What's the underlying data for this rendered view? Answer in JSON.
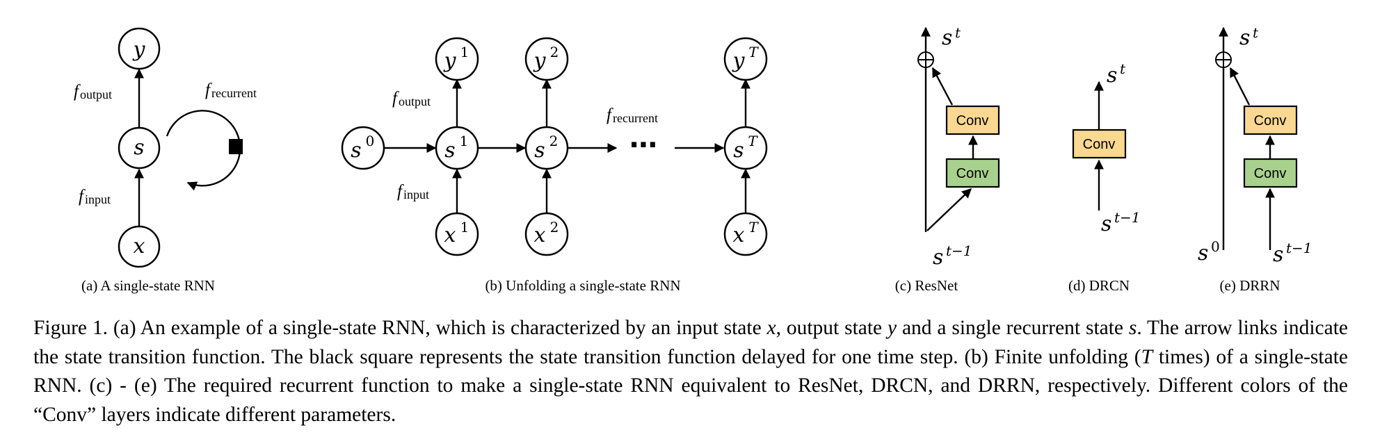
{
  "panel_a": {
    "nodes": {
      "y": "y",
      "s": "s",
      "x": "x"
    },
    "labels": {
      "f": "f",
      "output": "output",
      "input": "input",
      "recurrent": "recurrent"
    },
    "caption": "(a) A single-state RNN"
  },
  "panel_b": {
    "s0": {
      "base": "s",
      "sup": "0"
    },
    "s1": {
      "base": "s",
      "sup": "1"
    },
    "s2": {
      "base": "s",
      "sup": "2"
    },
    "sT": {
      "base": "s",
      "sup": "T"
    },
    "y1": {
      "base": "y",
      "sup": "1"
    },
    "y2": {
      "base": "y",
      "sup": "2"
    },
    "yT": {
      "base": "y",
      "sup": "T"
    },
    "x1": {
      "base": "x",
      "sup": "1"
    },
    "x2": {
      "base": "x",
      "sup": "2"
    },
    "xT": {
      "base": "x",
      "sup": "T"
    },
    "ellipsis": "⋯",
    "labels": {
      "f": "f",
      "output": "output",
      "input": "input",
      "recurrent": "recurrent"
    },
    "caption": "(b) Unfolding a single-state RNN"
  },
  "panel_c": {
    "conv_top": "Conv",
    "conv_bottom": "Conv",
    "out_base": "s",
    "out_sup": "t",
    "in_base": "s",
    "in_sup": "t−1",
    "caption": "(c) ResNet"
  },
  "panel_d": {
    "conv": "Conv",
    "out_base": "s",
    "out_sup": "t",
    "in_base": "s",
    "in_sup": "t−1",
    "caption": "(d) DRCN"
  },
  "panel_e": {
    "conv_top": "Conv",
    "conv_bottom": "Conv",
    "out_base": "s",
    "out_sup": "t",
    "s0_base": "s",
    "s0_sup": "0",
    "in_base": "s",
    "in_sup": "t−1",
    "caption": "(e) DRRN"
  },
  "colors": {
    "conv_shared": "#fad892",
    "conv_other": "#a9d18e"
  },
  "caption": {
    "p1": "Figure 1. (a) An example of a single-state RNN, which is characterized by an input state ",
    "x": "x",
    "p2": ", output state ",
    "y": "y",
    "p3": " and a single recurrent state ",
    "s": "s",
    "p4": ". The arrow links indicate the state transition function. The black square represents the state transition function delayed for one time step. (b) Finite unfolding (",
    "T": "T",
    "p5": " times) of a single-state RNN. (c) - (e) The required recurrent function to make a single-state RNN equivalent to ResNet, DRCN, and DRRN, respectively. Different colors of the “Conv” layers indicate different parameters."
  }
}
